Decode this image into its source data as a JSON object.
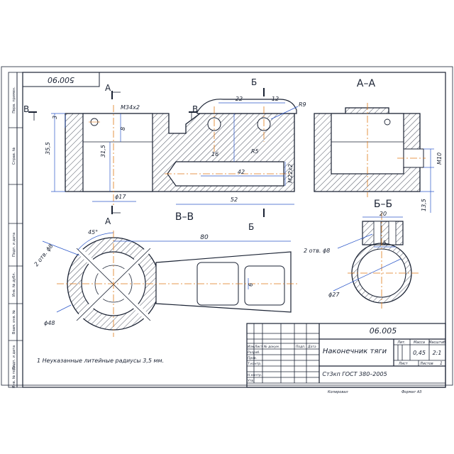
{
  "stamp_code": "500'90",
  "views": {
    "section_aa": "А–А",
    "section_bb": "Б–Б",
    "section_vv": "В–В",
    "cut_a": "А",
    "cut_b": "Б",
    "cut_v": "В"
  },
  "dimensions": {
    "thread_m34": "М34х2",
    "d8": "8",
    "d3": "3",
    "d31_5": "31,5",
    "d35_5": "35,5",
    "phi17": "ϕ17",
    "d22": "22",
    "d12": "12",
    "r9": "R9",
    "r5": "R5",
    "d16": "16",
    "d42": "42",
    "d52": "52",
    "thread_m22": "М22х2",
    "thread_m10": "М10",
    "d13_5": "13,5",
    "d80": "80",
    "angle45": "45°",
    "holes_phi8_side": "2 отв. ϕ8",
    "holes_phi8_b": "2 отв. ϕ8",
    "phi48": "ϕ48",
    "d20": "20",
    "d5": "5",
    "phi27": "ϕ27",
    "d6": "6"
  },
  "note": "1 Неуказанные литейные радиусы 3,5 мм.",
  "title_block": {
    "doc_number": "06.005",
    "part_name": "Наконечник тяги",
    "material": "Ст3кп ГОСТ 380–2005",
    "lit_header": "Лит.",
    "mass_header": "Масса",
    "scale_header": "Масштаб",
    "mass": "0,45",
    "scale": "2:1",
    "sheet_label": "Лист",
    "sheets_label": "Листов",
    "sheets_count": "1",
    "row_labels": [
      "Изм.",
      "Лист",
      "№ докум.",
      "Подп.",
      "Дата"
    ],
    "left_labels": [
      "Разраб.",
      "Пров.",
      "Т.контр.",
      "Н.контр.",
      "Утв."
    ],
    "copied": "Копировал",
    "format": "Формат  А3"
  },
  "side_labels": [
    "Перв. примен.",
    "Справ. №",
    "Подп. и дата",
    "Инв. № дубл.",
    "Взам. инв. №",
    "Подп. и дата",
    "Инв. № подл."
  ],
  "colors": {
    "line": "#1a2233",
    "axis": "#e07a1a",
    "dim": "#2b57c9",
    "bg": "#ffffff"
  }
}
